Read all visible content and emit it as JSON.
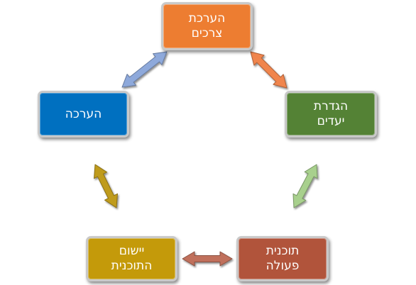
{
  "diagram": {
    "type": "cycle",
    "nodes": [
      {
        "id": "needs",
        "lines": [
          "הערכת",
          "צרכים"
        ],
        "color": "#ed7d31"
      },
      {
        "id": "goals",
        "lines": [
          "הגדרת",
          "יעדים"
        ],
        "color": "#548235"
      },
      {
        "id": "plan",
        "lines": [
          "תוכנית",
          "פעולה"
        ],
        "color": "#b1543b"
      },
      {
        "id": "impl",
        "lines": [
          "יישום",
          "התוכנית"
        ],
        "color": "#c49a0a"
      },
      {
        "id": "eval",
        "lines": [
          "הערכה"
        ],
        "color": "#0070c0"
      }
    ],
    "arrows": [
      {
        "from": "needs",
        "to": "goals",
        "color": "#f0854e"
      },
      {
        "from": "goals",
        "to": "plan",
        "color": "#a8d08d"
      },
      {
        "from": "plan",
        "to": "impl",
        "color": "#c0705c"
      },
      {
        "from": "impl",
        "to": "eval",
        "color": "#bf9b1e"
      },
      {
        "from": "eval",
        "to": "needs",
        "color": "#8ea9db"
      }
    ]
  }
}
